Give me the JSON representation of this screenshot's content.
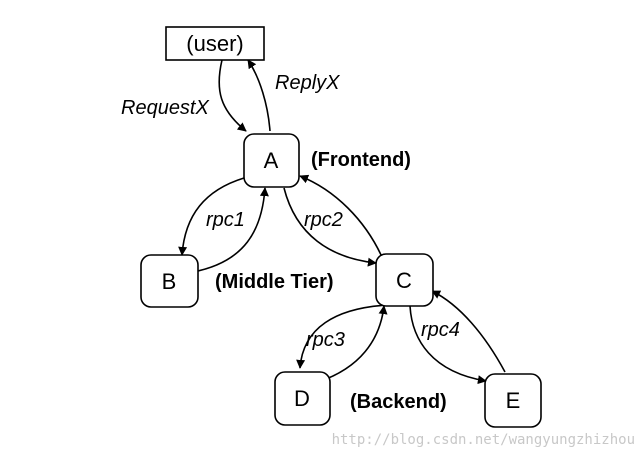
{
  "nodes": {
    "user": "(user)",
    "a": "A",
    "b": "B",
    "c": "C",
    "d": "D",
    "e": "E"
  },
  "tiers": {
    "frontend": "(Frontend)",
    "middle": "(Middle Tier)",
    "backend": "(Backend)"
  },
  "edges": {
    "request": "RequestX",
    "reply": "ReplyX",
    "rpc1": "rpc1",
    "rpc2": "rpc2",
    "rpc3": "rpc3",
    "rpc4": "rpc4"
  },
  "watermark": "http://blog.csdn.net/wangyungzhizhou"
}
